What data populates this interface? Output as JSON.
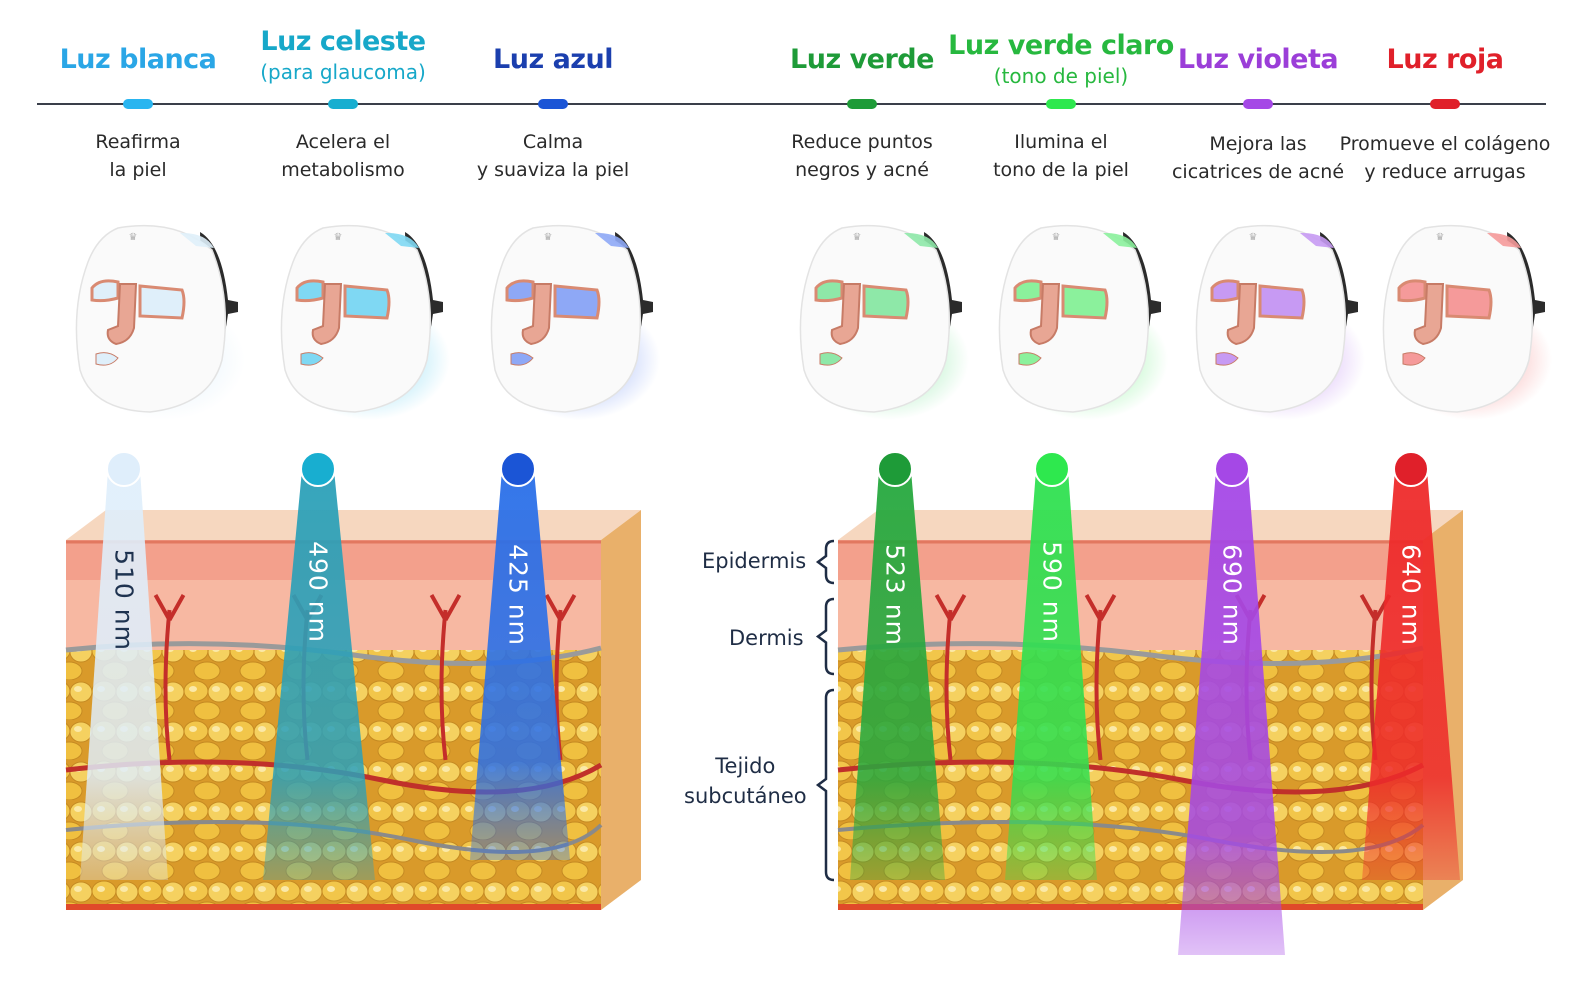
{
  "lights": [
    {
      "name": "Luz blanca",
      "sub": "",
      "color": "#2aa6e6",
      "marker": "#29b5f0",
      "beam": "#dfeefb",
      "beamEdge": "#c8ddf2",
      "nmColor": "#1f3350",
      "desc": [
        "Reafirma",
        "la piel"
      ],
      "nm": "510 nm",
      "glow": "#dfeffa"
    },
    {
      "name": "Luz celeste",
      "sub": "(para glaucoma)",
      "color": "#17a8c9",
      "marker": "#18aed0",
      "beam": "#2ca0b8",
      "beamEdge": "#2a8fa6",
      "nmColor": "#ffffff",
      "desc": [
        "Acelera el",
        "metabolismo"
      ],
      "nm": "490 nm",
      "glow": "#7fd8f3"
    },
    {
      "name": "Luz azul",
      "sub": "",
      "color": "#1b3fae",
      "marker": "#1b55d6",
      "beam": "#2a6fe8",
      "beamEdge": "#1e5fd8",
      "nmColor": "#ffffff",
      "desc": [
        "Calma",
        "y suaviza la piel"
      ],
      "nm": "425 nm",
      "glow": "#8ea8f6"
    },
    {
      "name": "Luz verde",
      "sub": "",
      "color": "#1e9b38",
      "marker": "#1e9b38",
      "beam": "#26a83e",
      "beamEdge": "#1f9636",
      "nmColor": "#ffffff",
      "desc": [
        "Reduce puntos",
        "negros y acné"
      ],
      "nm": "523 nm",
      "glow": "#8ee8a8"
    },
    {
      "name": "Luz verde claro",
      "sub": "(tono de piel)",
      "color": "#27b83f",
      "marker": "#2ee84e",
      "beam": "#2fe050",
      "beamEdge": "#26cf44",
      "nmColor": "#ffffff",
      "desc": [
        "Ilumina el",
        "tono de la piel"
      ],
      "nm": "590 nm",
      "glow": "#8bf19c"
    },
    {
      "name": "Luz violeta",
      "sub": "",
      "color": "#9b3ed8",
      "marker": "#a548e6",
      "beam": "#a548e6",
      "beamEdge": "#9138d6",
      "nmColor": "#ffffff",
      "desc": [
        "Mejora las",
        "cicatrices de acné"
      ],
      "nm": "690 nm",
      "glow": "#c79af3"
    },
    {
      "name": "Luz roja",
      "sub": "",
      "color": "#e0202a",
      "marker": "#e0202a",
      "beam": "#ee2a2a",
      "beamEdge": "#d81c1c",
      "nmColor": "#ffffff",
      "desc": [
        "Promueve el colágeno",
        "y reduce arrugas"
      ],
      "nm": "640 nm",
      "glow": "#f59a9a"
    }
  ],
  "layers": {
    "epidermis": "Epidermis",
    "dermis": "Dermis",
    "subcutaneous": [
      "Tejido",
      "subcutáneo"
    ]
  },
  "colors": {
    "timeline": "#3a3f4a",
    "bracket": "#1f2d45",
    "fat": "#f2c64a",
    "skinTop": "#f6d7bf",
    "epidermis": "#f3a08c",
    "dermis": "#f7b8a2"
  }
}
